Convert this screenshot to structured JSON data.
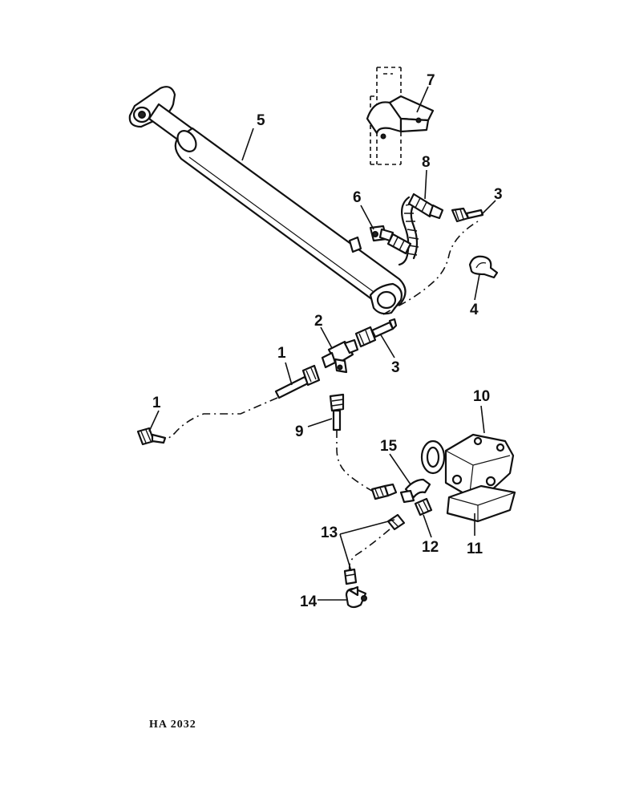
{
  "callouts": {
    "c1a": "1",
    "c1b": "1",
    "c2": "2",
    "c3a": "3",
    "c3b": "3",
    "c4": "4",
    "c5": "5",
    "c6": "6",
    "c7": "7",
    "c8": "8",
    "c9": "9",
    "c10": "10",
    "c11": "11",
    "c12": "12",
    "c13": "13",
    "c14": "14",
    "c15": "15"
  },
  "reference_code": "HA 2032"
}
